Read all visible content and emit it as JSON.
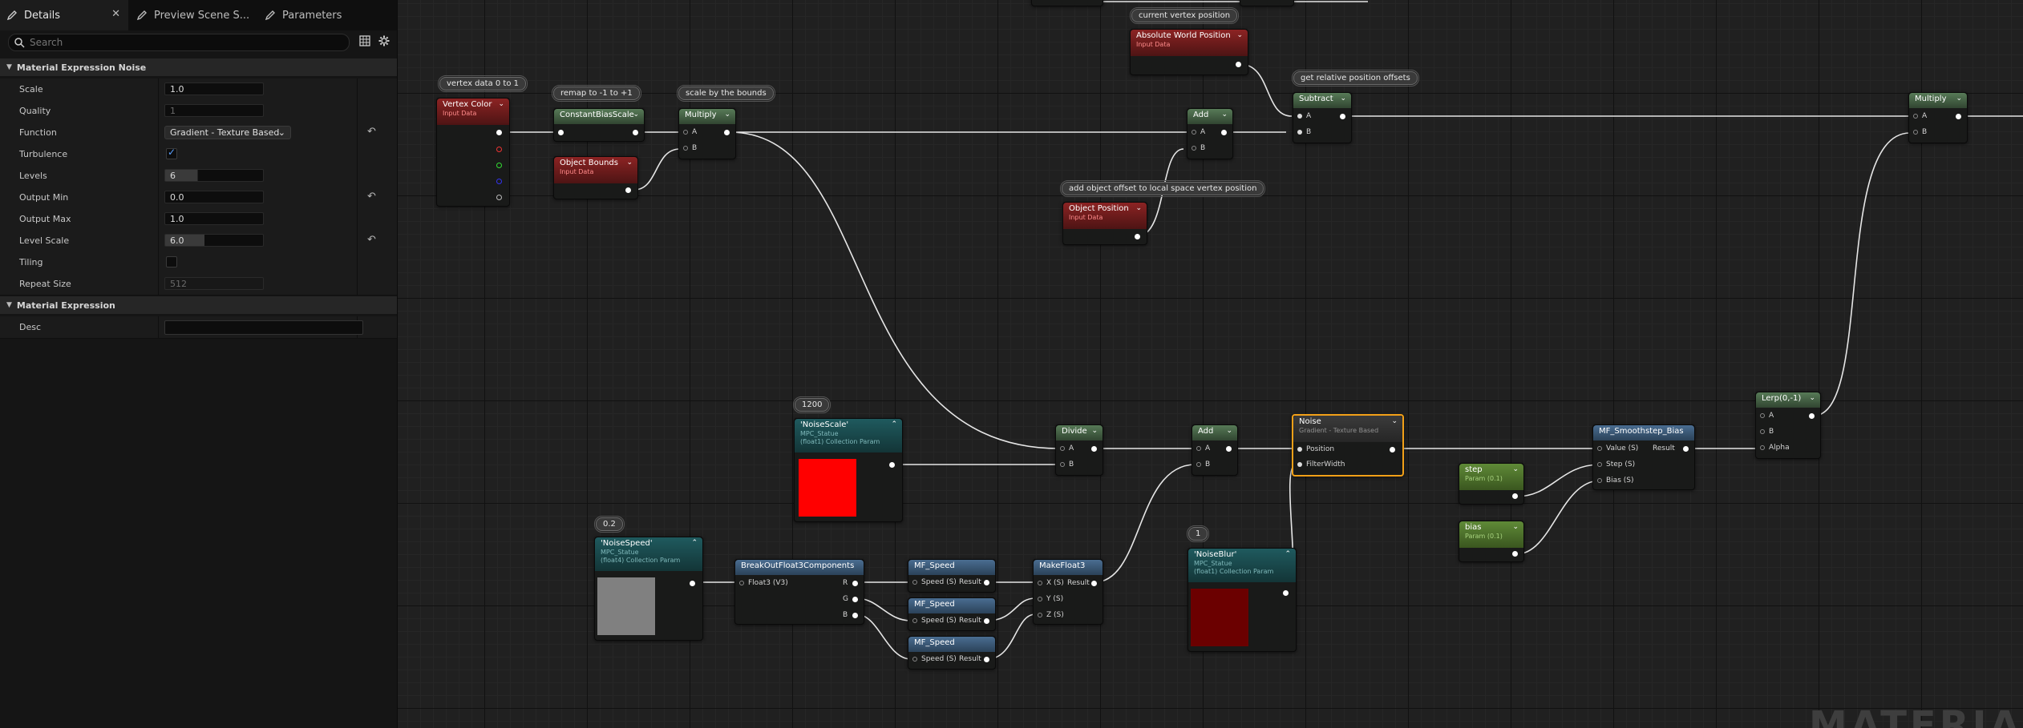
{
  "tabs": [
    {
      "label": "Details"
    },
    {
      "label": "Preview Scene S..."
    },
    {
      "label": "Parameters"
    }
  ],
  "search": {
    "placeholder": "Search"
  },
  "sections": {
    "noise": "Material Expression Noise",
    "expression": "Material Expression"
  },
  "properties": {
    "scale": {
      "label": "Scale",
      "value": "1.0"
    },
    "quality": {
      "label": "Quality",
      "value": "1"
    },
    "function": {
      "label": "Function",
      "value": "Gradient - Texture Based"
    },
    "turbulence": {
      "label": "Turbulence",
      "checked": true
    },
    "levels": {
      "label": "Levels",
      "value": "6"
    },
    "output_min": {
      "label": "Output Min",
      "value": "0.0"
    },
    "output_max": {
      "label": "Output Max",
      "value": "1.0"
    },
    "level_scale": {
      "label": "Level Scale",
      "value": "6.0"
    },
    "tiling": {
      "label": "Tiling",
      "checked": false
    },
    "repeat_size": {
      "label": "Repeat Size",
      "value": "512"
    },
    "desc": {
      "label": "Desc",
      "value": ""
    }
  },
  "comments": {
    "vertex_data": "vertex data 0 to 1",
    "remap": "remap to -1 to +1",
    "scale_bounds": "scale by the bounds",
    "current_vertex": "current vertex position",
    "relative_offsets": "get relative position offsets",
    "add_offset": "add object offset to local space vertex position",
    "noise_scale_val": "1200",
    "noise_speed_val": "0.2",
    "noise_blur_val": "1"
  },
  "nodes": {
    "vertex_color": {
      "title": "Vertex Color",
      "sub": "Input Data"
    },
    "constant_bias": {
      "title": "ConstantBiasScale"
    },
    "multiply1": {
      "title": "Multiply",
      "a": "A",
      "b": "B"
    },
    "object_bounds": {
      "title": "Object Bounds",
      "sub": "Input Data"
    },
    "abs_world_pos": {
      "title": "Absolute World Position",
      "sub": "Input Data"
    },
    "subtract": {
      "title": "Subtract",
      "a": "A",
      "b": "B"
    },
    "add1": {
      "title": "Add",
      "a": "A",
      "b": "B"
    },
    "object_position": {
      "title": "Object Position",
      "sub": "Input Data"
    },
    "multiply2": {
      "title": "Multiply",
      "a": "A",
      "b": "B"
    },
    "noise_scale": {
      "title": "'NoiseScale'",
      "sub1": "MPC_Statue",
      "sub2": "(float1) Collection Param"
    },
    "divide": {
      "title": "Divide",
      "a": "A",
      "b": "B"
    },
    "add2": {
      "title": "Add",
      "a": "A",
      "b": "B"
    },
    "noise": {
      "title": "Noise",
      "sub": "Gradient - Texture Based",
      "position": "Position",
      "filterwidth": "FilterWidth"
    },
    "smoothstep": {
      "title": "MF_Smoothstep_Bias",
      "value": "Value (S)",
      "step": "Step (S)",
      "bias": "Bias (S)",
      "result": "Result"
    },
    "lerp": {
      "title": "Lerp(0,-1)",
      "a": "A",
      "b": "B",
      "alpha": "Alpha"
    },
    "step": {
      "title": "step",
      "sub": "Param (0.1)"
    },
    "bias": {
      "title": "bias",
      "sub": "Param (0.1)"
    },
    "noise_speed": {
      "title": "'NoiseSpeed'",
      "sub1": "MPC_Statue",
      "sub2": "(float4) Collection Param"
    },
    "breakout": {
      "title": "BreakOutFloat3Components",
      "in": "Float3 (V3)",
      "r": "R",
      "g": "G",
      "b": "B"
    },
    "mf_speed": {
      "title": "MF_Speed",
      "in": "Speed (S)",
      "out": "Result"
    },
    "make_float3": {
      "title": "MakeFloat3",
      "x": "X (S)",
      "y": "Y (S)",
      "z": "Z (S)",
      "out": "Result"
    },
    "noise_blur": {
      "title": "'NoiseBlur'",
      "sub1": "MPC_Statue",
      "sub2": "(float1) Collection Param"
    }
  },
  "colors": {
    "noise_scale_swatch": "#ff0000",
    "noise_speed_swatch": "#808080",
    "noise_blur_swatch": "#6b0000",
    "selection": "#f2a018"
  },
  "watermark": "MATERIAL"
}
